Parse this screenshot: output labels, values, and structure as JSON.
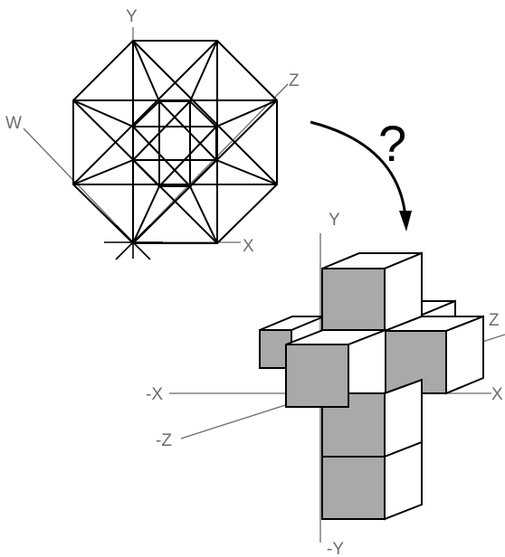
{
  "tesseract_labels": {
    "y": "Y",
    "z": "Z",
    "w": "W",
    "x": "X"
  },
  "question_mark": "?",
  "cross_labels": {
    "y": "Y",
    "neg_y": "-Y",
    "x": "X",
    "neg_x": "-X",
    "z": "Z",
    "neg_z": "-Z"
  },
  "colors": {
    "cube_front": "#a9a9a9",
    "cube_top_side": "#ffffff",
    "axis": "#6b6b6b",
    "label": "#6e6e6e"
  }
}
